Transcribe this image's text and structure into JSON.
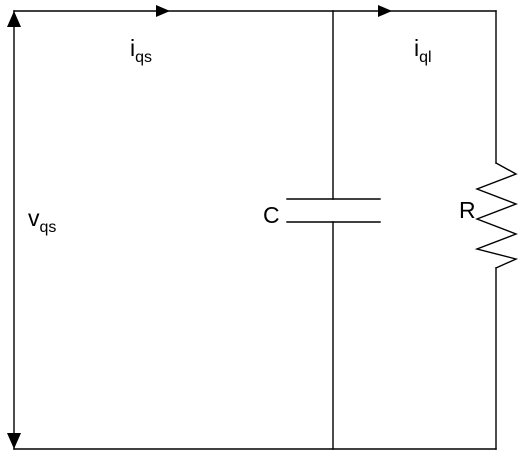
{
  "diagram": {
    "current_source": {
      "symbol": "i",
      "subscript": "qs"
    },
    "current_load": {
      "symbol": "i",
      "subscript": "ql"
    },
    "voltage": {
      "symbol": "v",
      "subscript": "qs"
    },
    "capacitor_label": "C",
    "resistor_label": "R",
    "line_color": "#000000"
  }
}
